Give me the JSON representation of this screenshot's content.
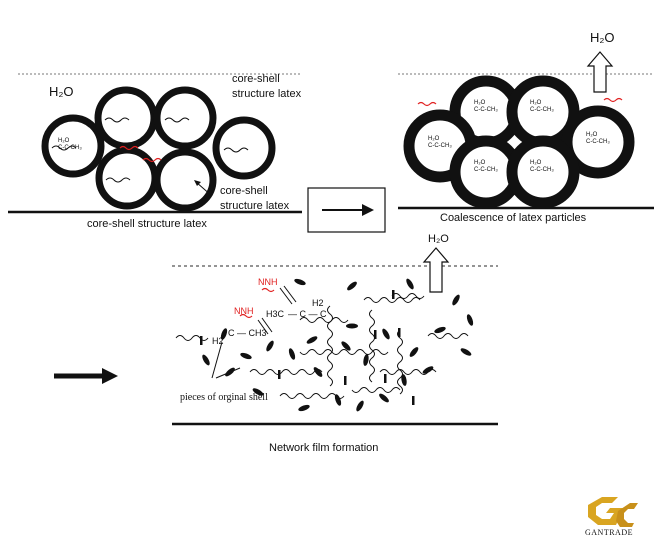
{
  "panel1": {
    "water": "H₂O",
    "label_top": "core-shell\nstructure latex",
    "label_mid": "core-shell\nstructure latex",
    "caption": "core-shell  structure latex"
  },
  "panel2": {
    "water": "H₂O",
    "caption": "Coalescence of latex particles"
  },
  "panel3": {
    "water": "H₂O",
    "pieces_label": "pieces of orginal shell",
    "caption": "Network film formation",
    "molecule": {
      "nnh_top": "NNH",
      "nnh_mid": "NNH",
      "h2_top": "H2",
      "h3c": "H3C",
      "c_chain": "— C — C",
      "h2_low": "H2",
      "c_ch3": "C — CH3"
    }
  },
  "molecule_small": "H₂O\nC‑C‑CH₃",
  "logo": {
    "text": "GANTRADE",
    "color": "#d9a521"
  },
  "colors": {
    "hydrazide": "#e02020",
    "particle": "#111111"
  }
}
